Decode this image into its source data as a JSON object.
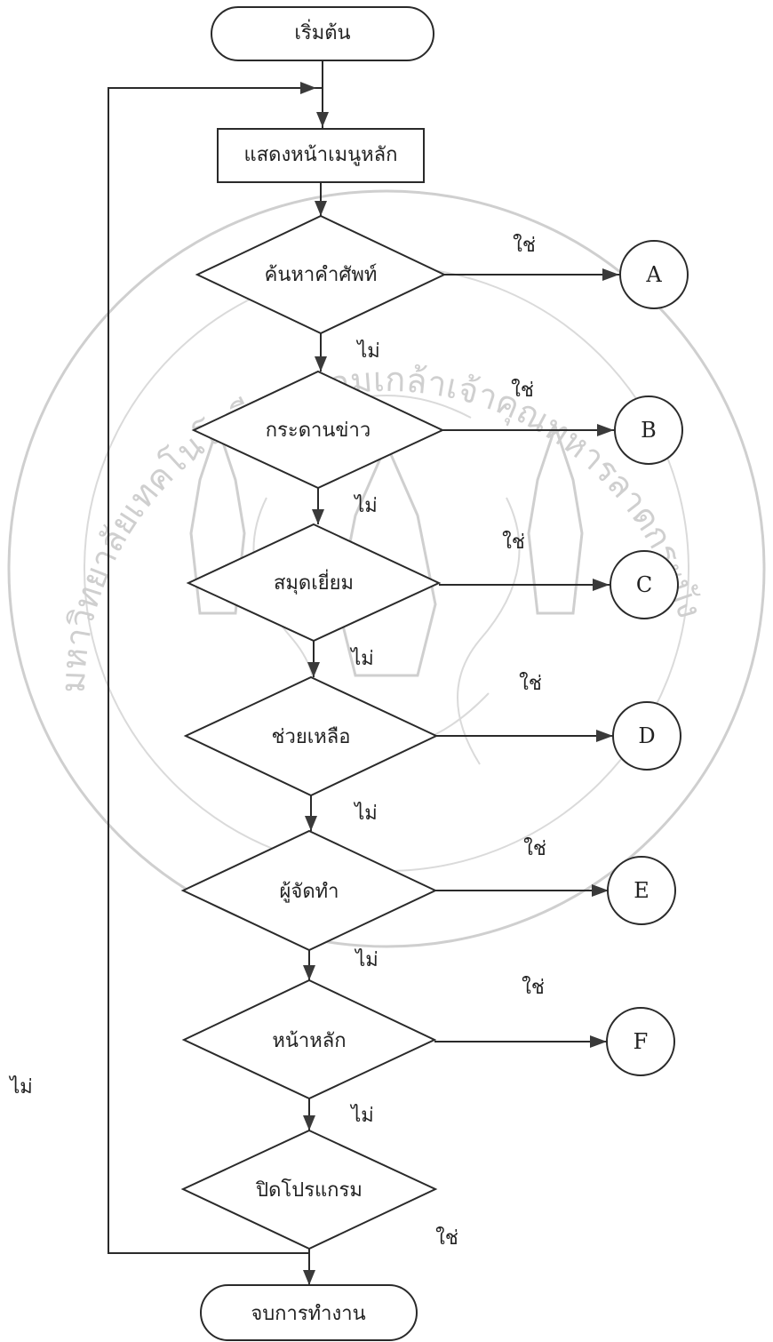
{
  "flowchart": {
    "start": "เริ่มต้น",
    "show_menu": "แสดงหน้าเมนูหลัก",
    "decisions": [
      {
        "label": "ค้นหาคำศัพท์",
        "yes": "ใช่",
        "no": "ไม่",
        "connector": "A"
      },
      {
        "label": "กระดานข่าว",
        "yes": "ใช่",
        "no": "ไม่",
        "connector": "B"
      },
      {
        "label": "สมุดเยี่ยม",
        "yes": "ใช่",
        "no": "ไม่",
        "connector": "C"
      },
      {
        "label": "ช่วยเหลือ",
        "yes": "ใช่",
        "no": "ไม่",
        "connector": "D"
      },
      {
        "label": "ผู้จัดทำ",
        "yes": "ใช่",
        "no": "ไม่",
        "connector": "E"
      },
      {
        "label": "หน้าหลัก",
        "yes": "ใช่",
        "no": "ไม่",
        "connector": "F"
      }
    ],
    "close": {
      "label": "ปิดโปรแกรม",
      "yes": "ใช่",
      "no": "ไม่"
    },
    "end": "จบการทำงาน"
  },
  "watermark": {
    "arc_text": "มหาวิทยาลัยเทคโนโลยีพระจอมเกล้าเจ้าคุณทหารลาดกระบัง",
    "emblem": "university-seal-emblem",
    "color": "#cfcfcf"
  }
}
